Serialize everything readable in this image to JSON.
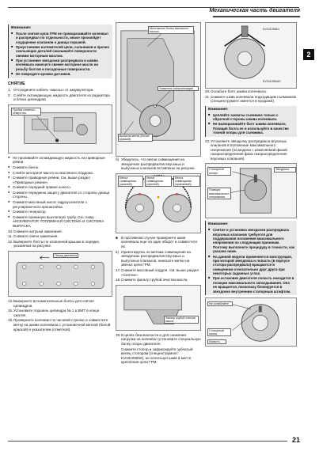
{
  "header": {
    "title": "Механическая часть двигателя",
    "tab_number": "2"
  },
  "page_number": "21",
  "col1": {
    "warning": {
      "title": "Внимание:",
      "items": [
        "После снятия цепи ГРМ не проворачивайте коленвал и распредвал по отдельности, иначе произойдет соударение клапанов о днища поршней.",
        "Приустановке натяжителей цепи, сальников и прочих скользящих деталей смазывайте поверхности свежим моторным маслом.",
        "При установке звездочки распредвала и шкива коленвала нанесите свежее моторное масло на резьбу болтов и посадочные поверхности.",
        "Не повредите кромки датчиков."
      ]
    },
    "section": "СНЯТИЕ",
    "steps_a": [
      {
        "n": "1.",
        "t": "Отсоедините кабель «массы» от аккумулятора."
      },
      {
        "n": "2.",
        "t": "Слейте охлаждающую жидкость двигателя из радиатора и блока цилиндров."
      }
    ],
    "fig1": {
      "label": "Пробка сливного отверстия"
    },
    "bullets": [
      "Не проливайте охлаждающую жидкость на приводные ремни.",
      "Снимите бачок.",
      "Слейте моторное масло из масляного поддона.",
      "Снимите приводные ремни. См. выше раздел «Приводные ремни».",
      "Снимите передний правое колесо.",
      "Снимите переднюю защиту двигателя со стороны днища стороны.",
      "Снимите масляный насос гидроусилителя с регулировочного кронштейна.",
      "Снимите генератор.",
      "Снимите приемную выхлопную трубу. См. главу АКСЕЛЕРАТОР, ТОПЛИВНАЯ СИСТЕМА И СИСТЕМА ВЫПУСКА."
    ],
    "steps_b": [
      {
        "n": "10.",
        "t": "Снимите катушки зажигания."
      },
      {
        "n": "11.",
        "t": "Снимите свечи зажигания."
      },
      {
        "n": "12.",
        "t": "Выверните болты по клапанной крышки в порядке, указанном на рисунке."
      }
    ],
    "fig2": {
      "label": "Перед двигателя"
    },
    "steps_c": [
      {
        "n": "13.",
        "t": "Выверните вспомогательные болты для снятия цилиндров."
      },
      {
        "n": "15.",
        "t": "Установите поршень цилиндра № 1 в ВМТ в конце сжатия."
      },
      {
        "n": "16.",
        "t": "Проверните коленвал по часовой стрелке и совместите метку на шкиве коленвала с установочной меткой (белой краской) и указателем (отметкой)."
      }
    ]
  },
  "col2": {
    "fig3": {
      "label_top": "Монтажные болты масляного насоса",
      "label_mid": "Указатель синхронизации",
      "label_low": "Выбитая метка (белой краской)"
    },
    "step_b": {
      "n": "б)",
      "t": "Убедитесь, что метки совмещения на звездочках распредвалов впускных и выпускных клапанов вставлены на рисунке."
    },
    "fig4": {
      "label_a": "Метка совмещения (красной)",
      "label_b": "Метка совмещения (красной)",
      "label_c": "Метка совмещения (оранжевой)"
    },
    "text_after": [
      {
        "n": "■",
        "t": "В противном случае проверните шкив коленвала еще на один оборот и совместите их."
      },
      {
        "n": "в)",
        "t": "Ориентируясь по меткам совмещения на звездочках распредвалов впускных и выпускных клапанов, нанесите метки на звенья цепи ГРМ."
      }
    ],
    "steps_d": [
      {
        "n": "17.",
        "t": "Снимите масляный поддон. См. выше раздел «Снятие»."
      },
      {
        "n": "18.",
        "t": "Снимите фильтр грубой очистки масла."
      }
    ],
    "fig5": {
      "label": "Фильтр грубой очистки масла"
    },
    "steps_e": [
      {
        "n": "19.",
        "t": "В целях безопасности и для снижения нагрузки на коленвал установите специальную балку опоры двигателя."
      },
      {
        "n": "",
        "t": "Снимите стопор и зафиксируйте зубчатый венец стопором (специнструмент: KV10105852), не используя шкив в месте крепления цепи ГРМ."
      }
    ]
  },
  "col3": {
    "fig6": {
      "code1": "KV10109810",
      "code2": "KV10105MU0"
    },
    "steps": [
      {
        "n": "20.",
        "t": "Ослабьте болт шкива коленвала."
      },
      {
        "n": "21.",
        "t": "Снимите шкив коленвала подходящим съемником (специнструмент имеется в продаже)."
      }
    ],
    "warning1": {
      "title": "Внимание:",
      "items": [
        "Цепляйте захваты съемника только с обратной стороны шкива коленвала.",
        "Не выворачивайте болт шкива коленвала. Позиция болта ее и используйте в качестве точной опоры для съемника."
      ]
    },
    "step22": {
      "n": "22.",
      "t": "Установите звездочку распредвала впускных клапанов в положение максимального опережения (на модели с изменяемой фазой газораспределения фаза газораспределения впускных клапанов)."
    },
    "fig7": {
      "label_a": "Стопорный штифт",
      "label_b": "Звездочка",
      "label_c": "Позиция максимального опережения"
    },
    "warning2": {
      "title": "Внимание:",
      "items": [
        "Снятие и установка звездочки распредвала впускных клапанов требуется для поддержания положения максимального опережения по следующим причинам. Поэтому выполните процедуру в точности, как указано ниже.",
        "На данной модели применяется конструкция, при которой звездочка и лопасть (в корпусе статора распредвала) вращаются в смещенном относительно друг друга при некоторых заданных углах.",
        "При остановке двигателя лопасть находится в позиции максимального запаздывания. Она не вращается, поскольку блокируется в звездочке внутренним стопорным штифтом."
      ]
    },
    "fig8": {
      "label_a": "Не ослабляйте",
      "label_b": "Стопорный палец",
      "label_c": "Лопасть"
    }
  }
}
